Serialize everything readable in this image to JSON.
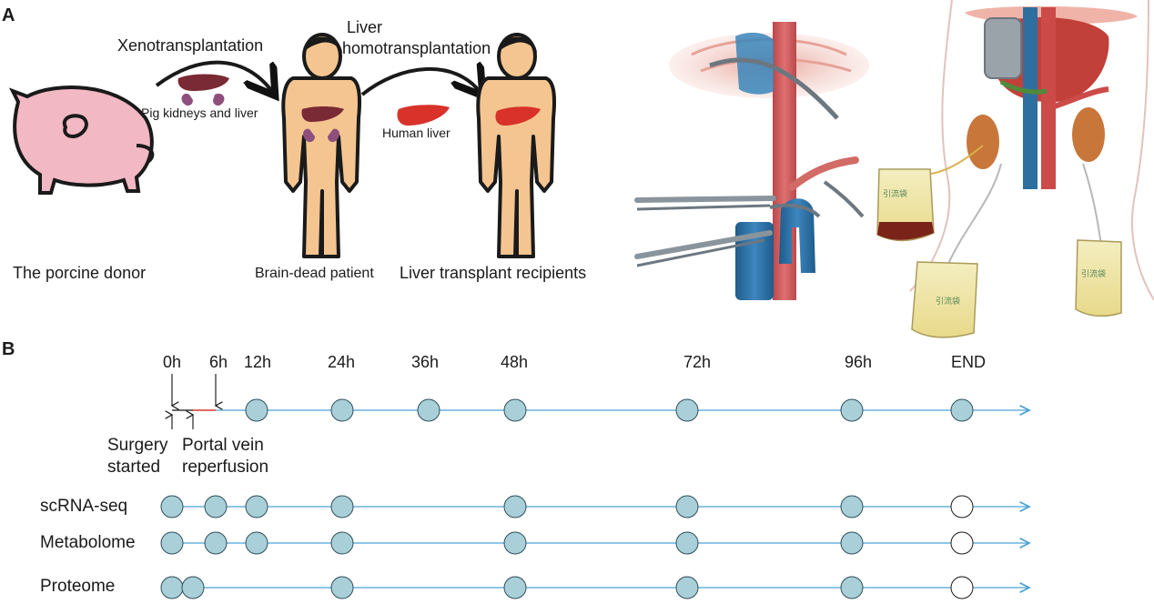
{
  "panel_a": {
    "label": "A",
    "arrow1_label": "Xenotransplantation",
    "arrow2_label_line1": "Liver",
    "arrow2_label_line2": "homotransplantation",
    "pig_organs_label": "Pig kidneys and liver",
    "human_liver_label": "Human liver",
    "porcine_donor_label": "The porcine donor",
    "brain_dead_label": "Brain-dead patient",
    "recipients_label": "Liver transplant recipients",
    "bag_text": "引流袋"
  },
  "panel_b": {
    "label": "B",
    "timepoints": [
      "0h",
      "6h",
      "12h",
      "24h",
      "36h",
      "48h",
      "72h",
      "96h",
      "END"
    ],
    "annotation_surgery_line1": "Surgery",
    "annotation_surgery_line2": "started",
    "annotation_portal_line1": "Portal vein",
    "annotation_portal_line2": "reperfusion",
    "rows": [
      {
        "name": "scRNA-seq",
        "sampled": [
          "0h",
          "6h",
          "12h",
          "24h",
          "48h",
          "72h",
          "96h"
        ],
        "open": [
          "END"
        ]
      },
      {
        "name": "Metabolome",
        "sampled": [
          "0h",
          "6h",
          "12h",
          "24h",
          "48h",
          "72h",
          "96h"
        ],
        "open": [
          "END"
        ]
      },
      {
        "name": "Proteome",
        "sampled": [
          "0h",
          "6h",
          "24h",
          "48h",
          "72h",
          "96h"
        ],
        "open": [
          "END"
        ]
      }
    ],
    "timeline_sampled": [
      "12h",
      "24h",
      "36h",
      "48h",
      "72h",
      "96h",
      "END"
    ],
    "colors": {
      "node_fill": "#a9cfd8",
      "node_stroke": "#2f4f5c",
      "line": "#4aa3d6",
      "reperfusion_segment": "#d9342b"
    }
  }
}
